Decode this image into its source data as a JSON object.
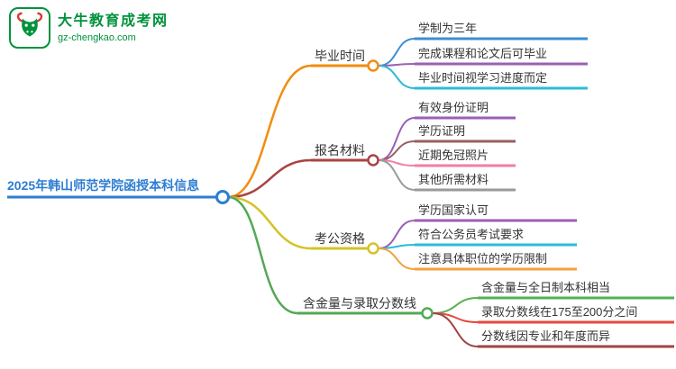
{
  "logo": {
    "title": "大牛教育成考网",
    "subtitle": "gz-chengkao.com"
  },
  "root": {
    "label": "2025年韩山师范学院函授本科信息"
  },
  "branches": [
    {
      "label": "毕业时间",
      "children": [
        "学制为三年",
        "完成课程和论文后可毕业",
        "毕业时间视学习进度而定"
      ]
    },
    {
      "label": "报名材料",
      "children": [
        "有效身份证明",
        "学历证明",
        "近期免冠照片",
        "其他所需材料"
      ]
    },
    {
      "label": "考公资格",
      "children": [
        "学历国家认可",
        "符合公务员考试要求",
        "注意具体职位的学历限制"
      ]
    },
    {
      "label": "含金量与录取分数线",
      "children": [
        "含金量与全日制本科相当",
        "录取分数线在175至200分之间",
        "分数线因专业和年度而异"
      ]
    }
  ],
  "colors": {
    "brand_green": "#00923c",
    "logo_red": "#d43c33",
    "root_blue": "#2d7dd2",
    "orange": "#f28c0f",
    "dark_red": "#a94442",
    "yellow": "#d4c327",
    "green": "#55a855",
    "blue": "#3d8ed0",
    "purple": "#9a5fb5",
    "cyan": "#2bbcd4",
    "maroon": "#96605f",
    "pink": "#ef7fa8",
    "gray": "#9a9a9a",
    "orange_light": "#f5a03c",
    "green_light": "#55b055",
    "red": "#e6493e",
    "dark_red2": "#a04343",
    "text": "#333333"
  }
}
